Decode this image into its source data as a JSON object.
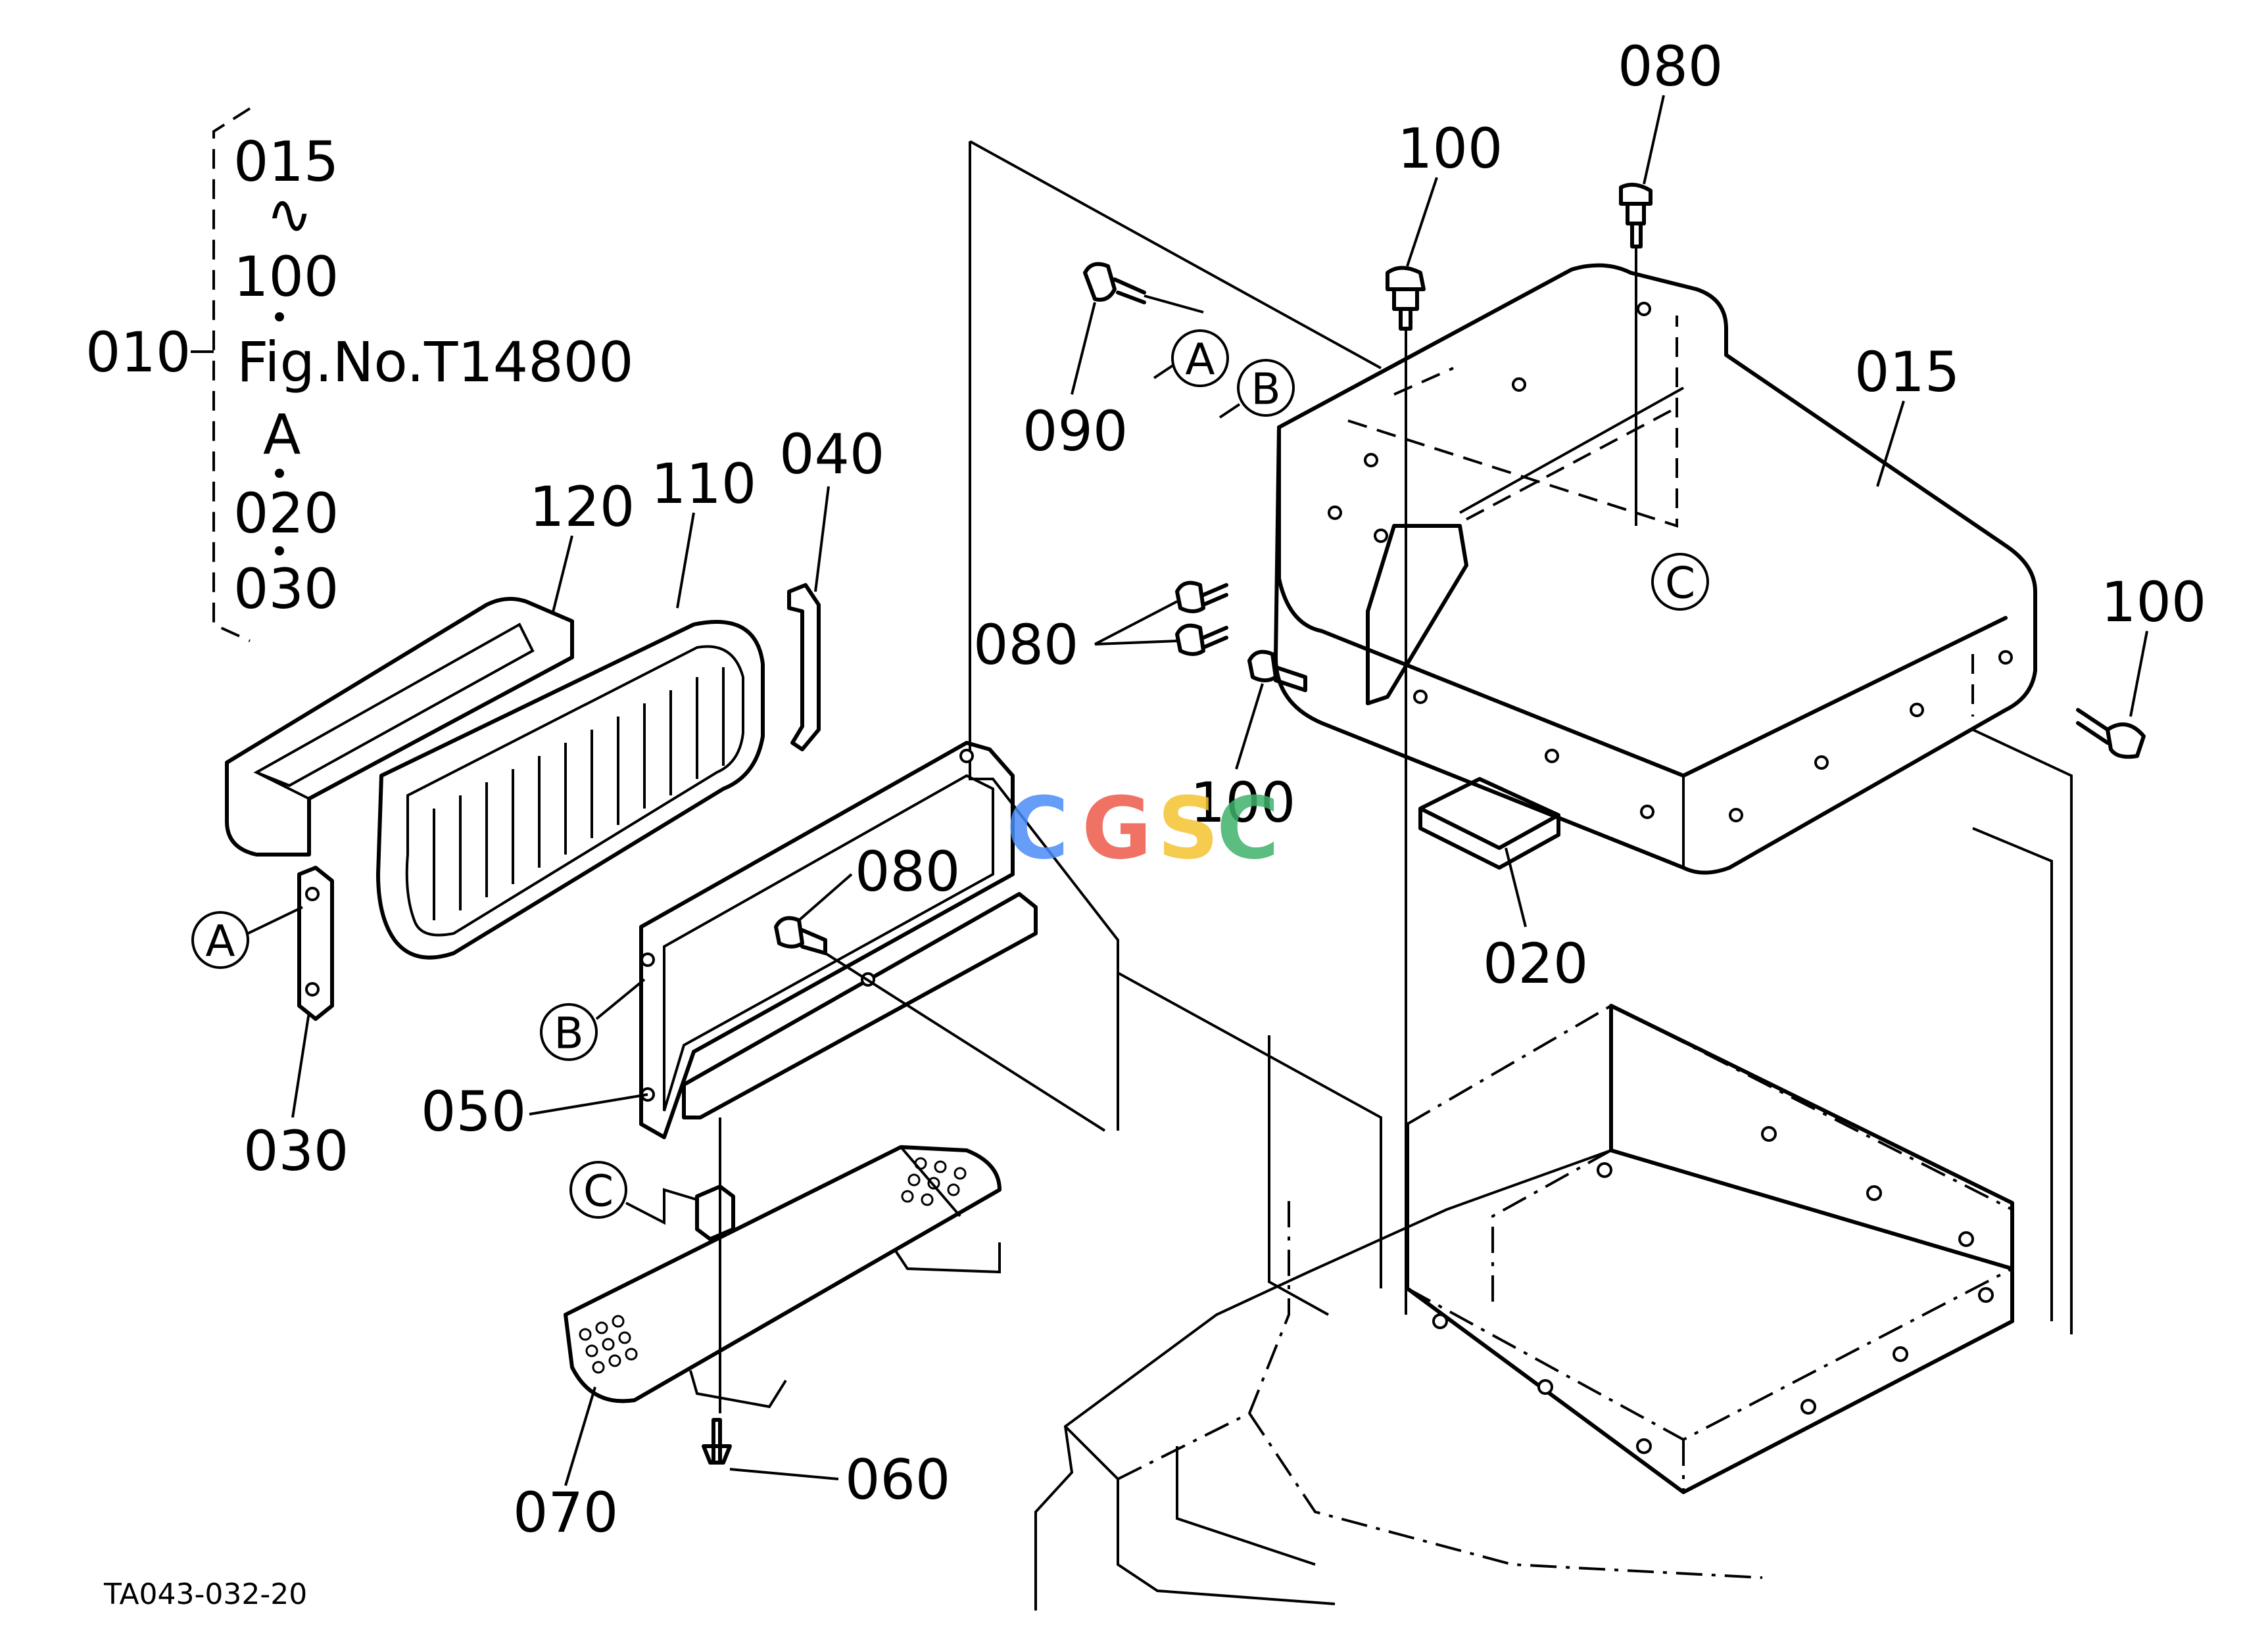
{
  "figure_code": "TA043-032-20",
  "assembly": {
    "parent_label": "010",
    "range_start": "015",
    "range_sym": "∿",
    "range_end": "100",
    "fig_ref": "Fig.No.T14800",
    "ref_A": "A",
    "item_020": "020",
    "item_030": "030"
  },
  "callouts": {
    "p015": "015",
    "p020": "020",
    "p030": "030",
    "p040": "040",
    "p050": "050",
    "p060": "060",
    "p070": "070",
    "p080_top": "080",
    "p080_side": "080",
    "p080_plate": "080",
    "p090": "090",
    "p100_top": "100",
    "p100_right": "100",
    "p100_mid": "100",
    "p110": "110",
    "p120": "120"
  },
  "refs": {
    "A_top": "A",
    "B_top": "B",
    "C_box": "C",
    "A_left": "A",
    "B_left": "B",
    "C_left": "C"
  },
  "watermark": {
    "letters": [
      "C",
      "G",
      "S",
      "C"
    ],
    "colors": [
      "#4b8df8",
      "#ee5a4a",
      "#f4c430",
      "#3fb26b"
    ]
  }
}
